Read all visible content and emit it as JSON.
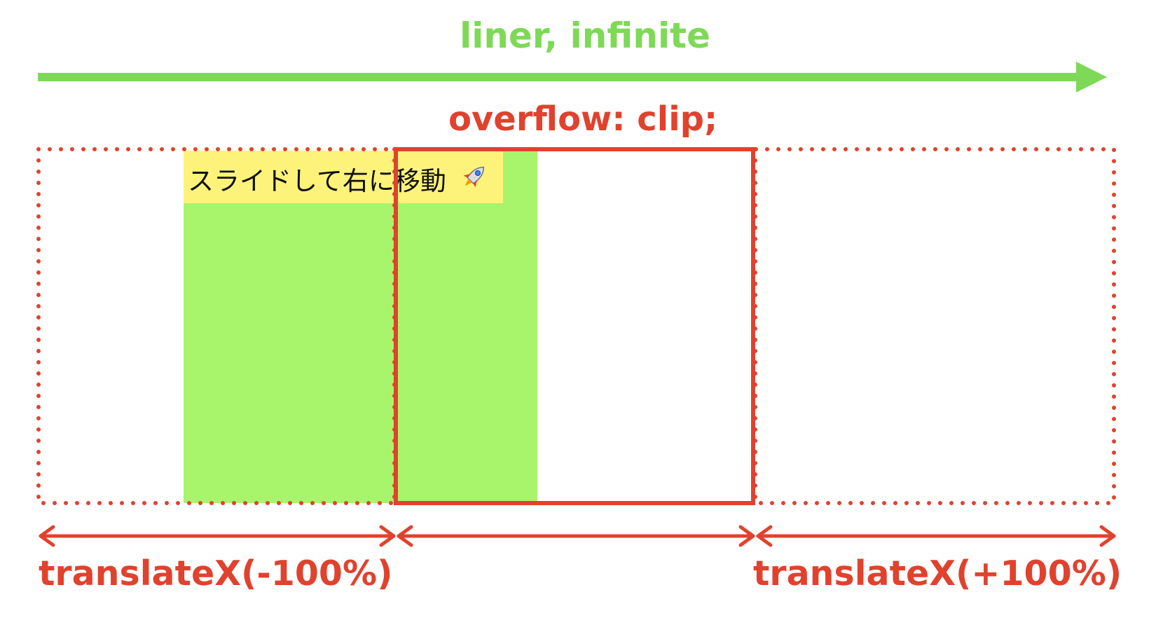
{
  "diagram": {
    "title": "liner, infinite",
    "clip_label": "overflow: clip;",
    "left_label": "translateX(-100%)",
    "right_label": "translateX(+100%)",
    "slide_text": "スライドして右に移動",
    "rocket_icon": "rocket-icon",
    "colors": {
      "accent_green": "#7ed957",
      "red": "#e0422e",
      "slide_green": "#a8f56b",
      "slide_yellow": "#fef37a"
    }
  }
}
